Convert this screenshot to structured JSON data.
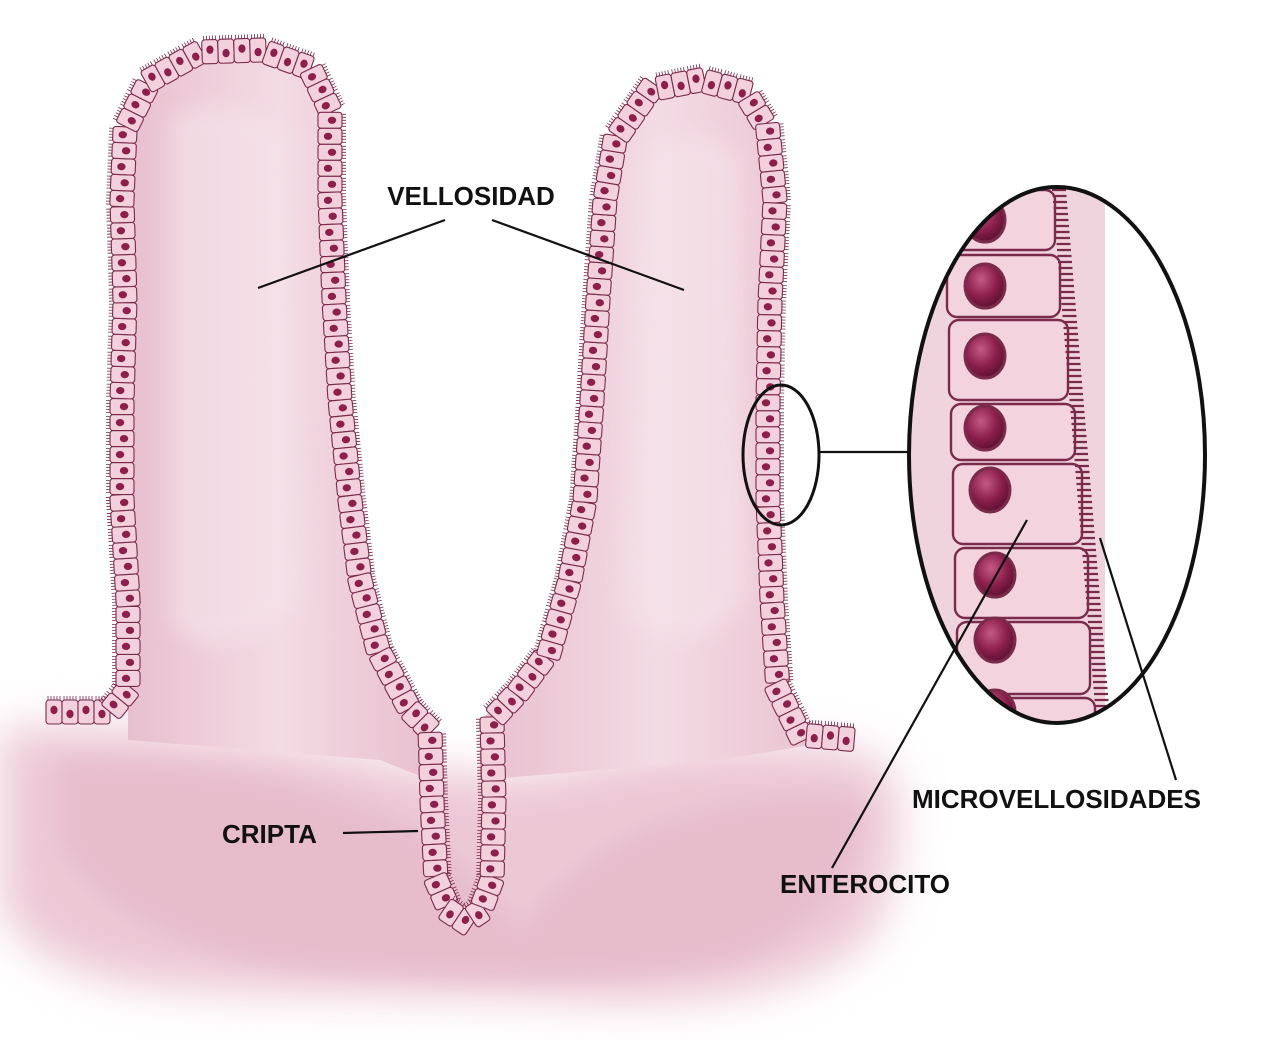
{
  "labels": {
    "villus": "VELLOSIDAD",
    "crypt": "CRIPTA",
    "microvilli": "MICROVELLOSIDADES",
    "enterocyte": "ENTEROCITO"
  },
  "colors": {
    "tissue": "#ecc9d6",
    "tissue_light": "#f6e6ec",
    "cell_fill": "#f2d0dc",
    "cell_border": "#7a2a4a",
    "nucleus": "#8c1f4c",
    "nucleus_highlight": "#c45a84",
    "outline": "#111111"
  }
}
